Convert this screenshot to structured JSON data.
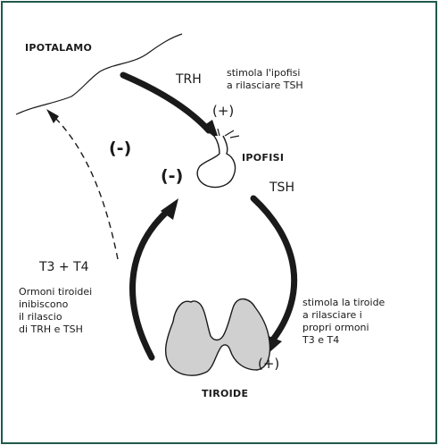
{
  "labels": {
    "hypothalamus": "IPOTALAMO",
    "trh": "TRH",
    "trh_desc": [
      "stimola l'ipofisi",
      "a rilasciare TSH"
    ],
    "plus_top": "(+)",
    "minus_left": "(-)",
    "pituitary": "IPOFISI",
    "minus_pituitary": "(-)",
    "tsh": "TSH",
    "t3_t4": "T3  +  T4",
    "feedback_desc": [
      "Ormoni tiroidei",
      "inibiscono",
      "il rilascio",
      "di TRH e TSH"
    ],
    "tsh_desc": [
      "stimola la tiroide",
      "a rilasciare i",
      "propri ormoni",
      "T3 e T4"
    ],
    "plus_bottom": "(+)",
    "thyroid": "TIROIDE"
  },
  "colors": {
    "frame": "#1f5a4c",
    "ink": "#1a1a1a",
    "thyroid_fill": "#d0d0d0"
  }
}
